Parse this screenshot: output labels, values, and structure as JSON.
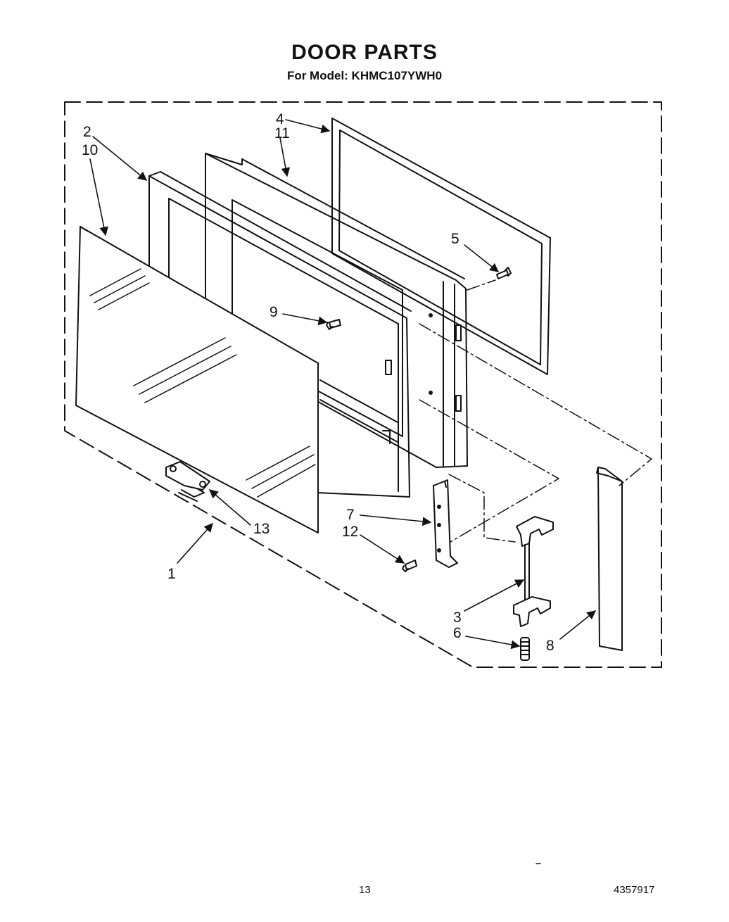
{
  "header": {
    "title": "DOOR PARTS",
    "model_line": "For Model: KHMC107YWH0"
  },
  "callouts": {
    "c1": "1",
    "c2": "2",
    "c3": "3",
    "c4": "4",
    "c5": "5",
    "c6": "6",
    "c7": "7",
    "c8": "8",
    "c9": "9",
    "c10": "10",
    "c11": "11",
    "c12": "12",
    "c13": "13"
  },
  "footer": {
    "page_number": "13",
    "document_number": "4357917"
  }
}
